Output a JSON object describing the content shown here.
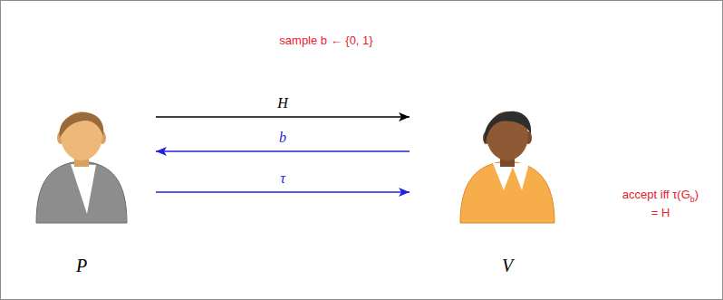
{
  "diagram": {
    "nodes": [
      {
        "text": [
          "P"
        ]
      },
      {
        "text": [
          "V"
        ]
      }
    ],
    "edges": [
      {
        "from": 0,
        "to": 1,
        "arrow": "to",
        "label": "H"
      },
      {
        "from": 1,
        "to": 0,
        "arrow": "to",
        "label": "b"
      },
      {
        "from": 0,
        "to": 1,
        "arrow": "to",
        "label": "τ"
      }
    ],
    "labels": [
      "sample b ← {0, 1}",
      "accept iff τ(Gb) = H"
    ]
  }
}
